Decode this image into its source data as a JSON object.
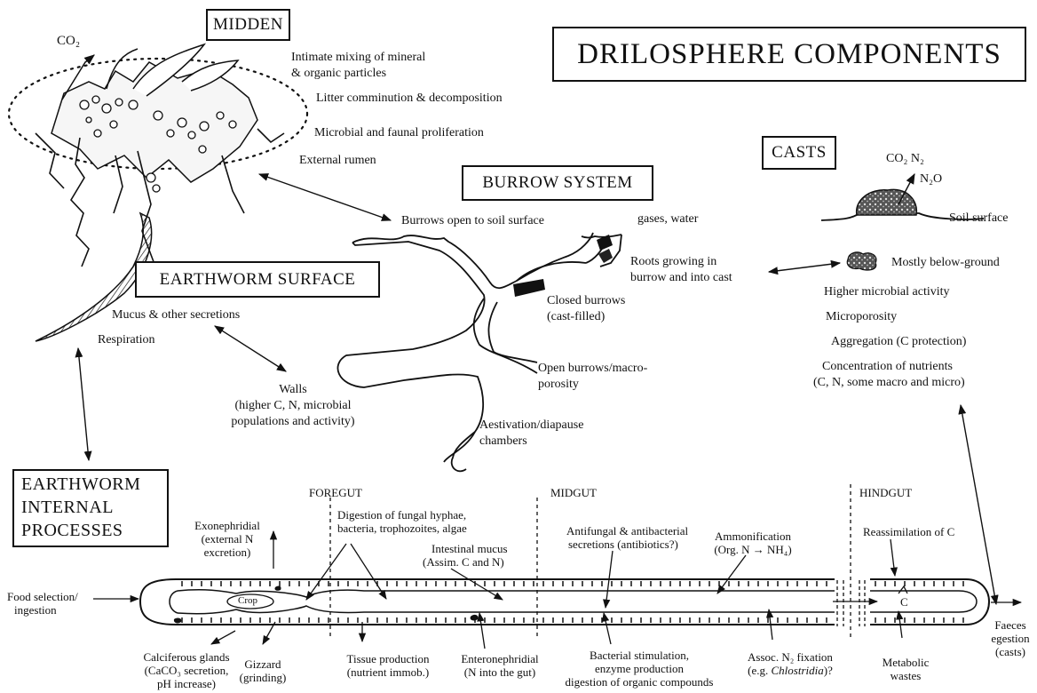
{
  "title": "DRILOSPHERE COMPONENTS",
  "midden": {
    "heading": "MIDDEN",
    "co2": "CO₂",
    "items": [
      "Intimate mixing of mineral",
      "& organic particles",
      "Litter comminution & decomposition",
      "Microbial and faunal proliferation",
      "External rumen"
    ]
  },
  "burrow": {
    "heading": "BURROW SYSTEM",
    "open_to_surface": "Burrows open to soil surface",
    "gases_water": "gases, water",
    "roots_1": "Roots growing in",
    "roots_2": "burrow and into cast",
    "closed_1": "Closed burrows",
    "closed_2": "(cast-filled)",
    "open_macro_1": "Open burrows/macro-",
    "open_macro_2": "porosity",
    "aestivation_1": "Aestivation/diapause",
    "aestivation_2": "chambers"
  },
  "casts": {
    "heading": "CASTS",
    "gas_1": "CO₂  N₂",
    "gas_2": "N₂O",
    "soil_surface": "Soil surface",
    "below_ground": "Mostly below-ground",
    "items": [
      "Higher microbial activity",
      "Microporosity",
      "Aggregation (C protection)",
      "Concentration of nutrients",
      "(C, N, some macro and micro)"
    ]
  },
  "surface": {
    "heading": "EARTHWORM SURFACE",
    "mucus": "Mucus & other secretions",
    "respiration": "Respiration",
    "walls_1": "Walls",
    "walls_2": "(higher C, N, microbial",
    "walls_3": "populations and activity)"
  },
  "internal": {
    "heading_1": "EARTHWORM",
    "heading_2": "INTERNAL",
    "heading_3": "PROCESSES",
    "foregut": "FOREGUT",
    "midgut": "MIDGUT",
    "hindgut": "HINDGUT",
    "exo_1": "Exonephridial",
    "exo_2": "(external N",
    "exo_3": "excretion)",
    "digest_1": "Digestion of fungal hyphae,",
    "digest_2": "bacteria, trophozoites, algae",
    "mucus_1": "Intestinal mucus",
    "mucus_2": "(Assim. C and N)",
    "anti_1": "Antifungal & antibacterial",
    "anti_2": "secretions (antibiotics?)",
    "ammon_1": "Ammonification",
    "ammon_2": "(Org. N → NH₄)",
    "reassim": "Reassimilation of C",
    "food_1": "Food selection/",
    "food_2": "ingestion",
    "crop": "Crop",
    "c_label": "C",
    "faeces_1": "Faeces",
    "faeces_2": "egestion",
    "faeces_3": "(casts)",
    "calc_1": "Calciferous glands",
    "calc_2": "(CaCO₃ secretion,",
    "calc_3": "pH increase)",
    "gizzard_1": "Gizzard",
    "gizzard_2": "(grinding)",
    "tissue_1": "Tissue production",
    "tissue_2": "(nutrient immob.)",
    "entero_1": "Enteronephridial",
    "entero_2": "(N into the gut)",
    "bact_1": "Bacterial stimulation,",
    "bact_2": "enzyme production",
    "bact_3": "digestion of organic compounds",
    "assoc_1": "Assoc. N₂ fixation",
    "assoc_2a": "(e.g. ",
    "assoc_2b": "Chlostridia",
    "assoc_2c": ")?",
    "metab_1": "Metabolic",
    "metab_2": "wastes"
  }
}
